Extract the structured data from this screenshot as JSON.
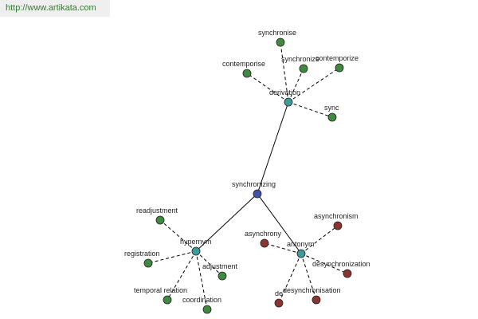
{
  "header": {
    "url": "http://www.artikata.com"
  },
  "colors": {
    "center": "#3f53a8",
    "hub": "#3f9a9a",
    "leaf_green": "#3f8a3f",
    "leaf_red": "#8a3434"
  },
  "graph": {
    "center": "synchronizing",
    "hubs": {
      "derivation": "derivation",
      "hypernym": "hypernym",
      "antonym": "antonym"
    },
    "derivation_leaves": [
      "synchronise",
      "contemporise",
      "synchronize",
      "contemporize",
      "sync"
    ],
    "hypernym_leaves": [
      "readjustment",
      "registration",
      "adjustment",
      "temporal relation",
      "coordination"
    ],
    "antonym_leaves": [
      "asynchronism",
      "asynchrony",
      "desynchronization",
      "desynchronisation",
      "de"
    ]
  }
}
